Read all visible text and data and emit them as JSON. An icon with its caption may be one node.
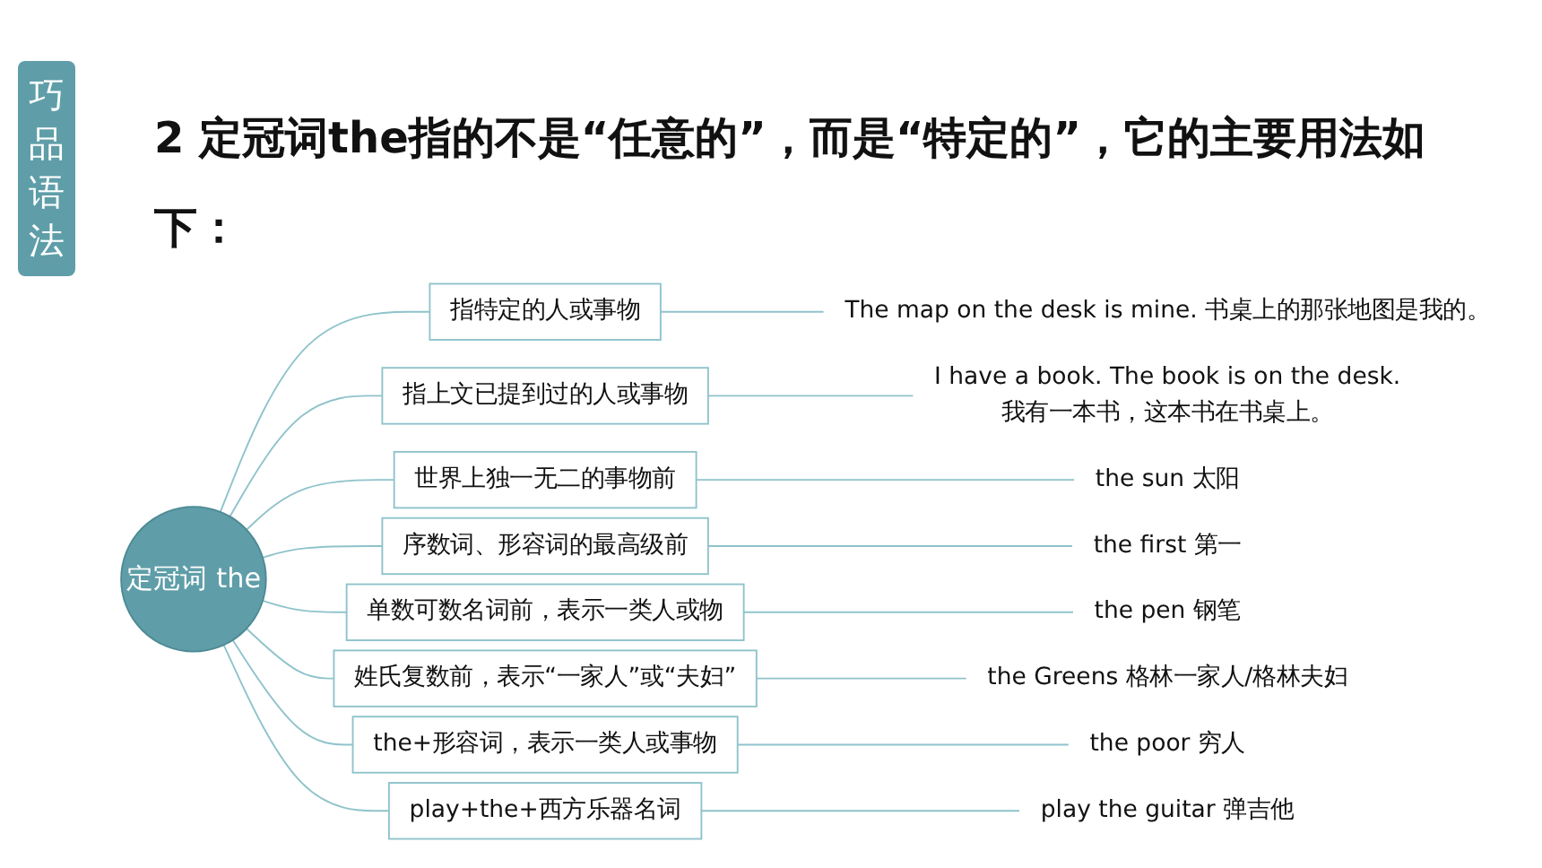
{
  "diagram": {
    "title": "2 定冠词the指的不是“任意的”，而是“特定的”，它的主要用法如下：",
    "nodes": [
      {
        "text": [
          "定冠词 the"
        ]
      },
      {
        "text": [
          "指特定的人或事物"
        ]
      },
      {
        "text": [
          "指上文已提到过的人或事物"
        ]
      },
      {
        "text": [
          "世界上独一无二的事物前"
        ]
      },
      {
        "text": [
          "序数词、形容词的最高级前"
        ]
      },
      {
        "text": [
          "单数可数名词前，表示一类人或物"
        ]
      },
      {
        "text": [
          "姓氏复数前，表示“一家人”或“夫妇”"
        ]
      },
      {
        "text": [
          "the+形容词，表示一类人或事物"
        ]
      },
      {
        "text": [
          "play+the+西方乐器名词"
        ]
      },
      {
        "text": [
          "The map on the desk is mine. 书桌上的那张地图是我的。"
        ]
      },
      {
        "text": [
          "I have a book. The book is on the desk.",
          "我有一本书，这本书在书桌上。"
        ]
      },
      {
        "text": [
          "the sun 太阳"
        ]
      },
      {
        "text": [
          "the first 第一"
        ]
      },
      {
        "text": [
          "the pen 钢笔"
        ]
      },
      {
        "text": [
          "the Greens 格林一家人/格林夫妇"
        ]
      },
      {
        "text": [
          "the poor 穷人"
        ]
      },
      {
        "text": [
          "play the guitar 弹吉他"
        ]
      }
    ],
    "edges": [
      {
        "from": 0,
        "to": 1,
        "arrow": "none"
      },
      {
        "from": 0,
        "to": 2,
        "arrow": "none"
      },
      {
        "from": 0,
        "to": 3,
        "arrow": "none"
      },
      {
        "from": 0,
        "to": 4,
        "arrow": "none"
      },
      {
        "from": 0,
        "to": 5,
        "arrow": "none"
      },
      {
        "from": 0,
        "to": 6,
        "arrow": "none"
      },
      {
        "from": 0,
        "to": 7,
        "arrow": "none"
      },
      {
        "from": 0,
        "to": 8,
        "arrow": "none"
      },
      {
        "from": 1,
        "to": 9,
        "arrow": "none"
      },
      {
        "from": 2,
        "to": 10,
        "arrow": "none"
      },
      {
        "from": 3,
        "to": 11,
        "arrow": "none"
      },
      {
        "from": 4,
        "to": 12,
        "arrow": "none"
      },
      {
        "from": 5,
        "to": 13,
        "arrow": "none"
      },
      {
        "from": 6,
        "to": 14,
        "arrow": "none"
      },
      {
        "from": 7,
        "to": 15,
        "arrow": "none"
      },
      {
        "from": 8,
        "to": 16,
        "arrow": "none"
      }
    ],
    "labels": [
      "巧品语法"
    ]
  }
}
